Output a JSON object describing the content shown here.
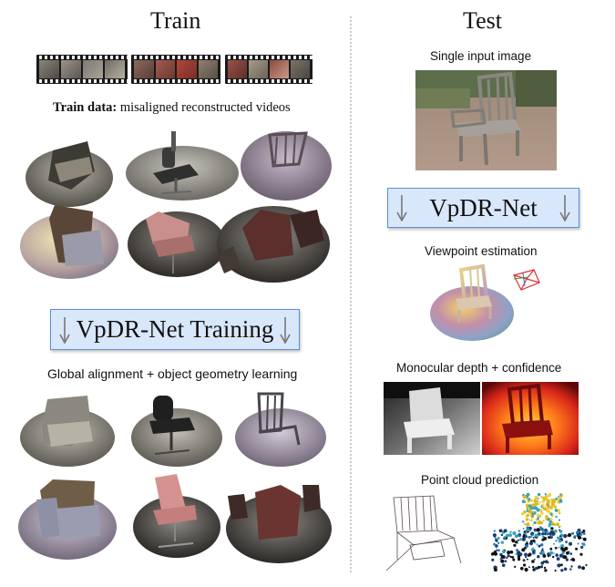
{
  "train": {
    "heading": "Train",
    "data_label_bold": "Train data:",
    "data_label_rest": " misaligned reconstructed videos",
    "model_label": "VpDR-Net Training",
    "output_caption": "Global alignment + object geometry learning"
  },
  "test": {
    "heading": "Test",
    "input_caption": "Single input image",
    "model_label": "VpDR-Net",
    "viewpoint_caption": "Viewpoint estimation",
    "depth_caption": "Monocular depth + confidence",
    "pointcloud_caption": "Point cloud prediction"
  },
  "colors": {
    "box_fill": "#d9e7fb",
    "box_border": "#5b8fd6",
    "arrow": "#777777",
    "camera_frustum": "#e03030"
  }
}
